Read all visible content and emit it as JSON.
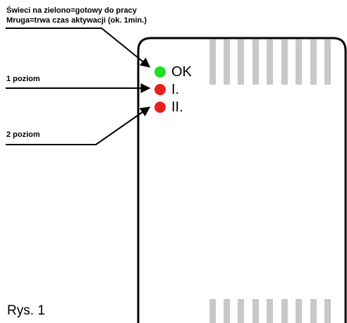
{
  "annotations": {
    "ok_line1": "Świeci na zielono=gotowy do pracy",
    "ok_line2": "Mruga=trwa czas aktywacji (ok. 1min.)",
    "level1": "1 poziom",
    "level2": "2 poziom"
  },
  "leds": [
    {
      "label": "OK",
      "color": "#22dd22"
    },
    {
      "label": "I.",
      "color": "#e8201c"
    },
    {
      "label": "II.",
      "color": "#e8201c"
    }
  ],
  "caption": "Rys. 1",
  "colors": {
    "stroke": "#000000",
    "vent": "#c8c8c8",
    "background": "#ffffff"
  }
}
